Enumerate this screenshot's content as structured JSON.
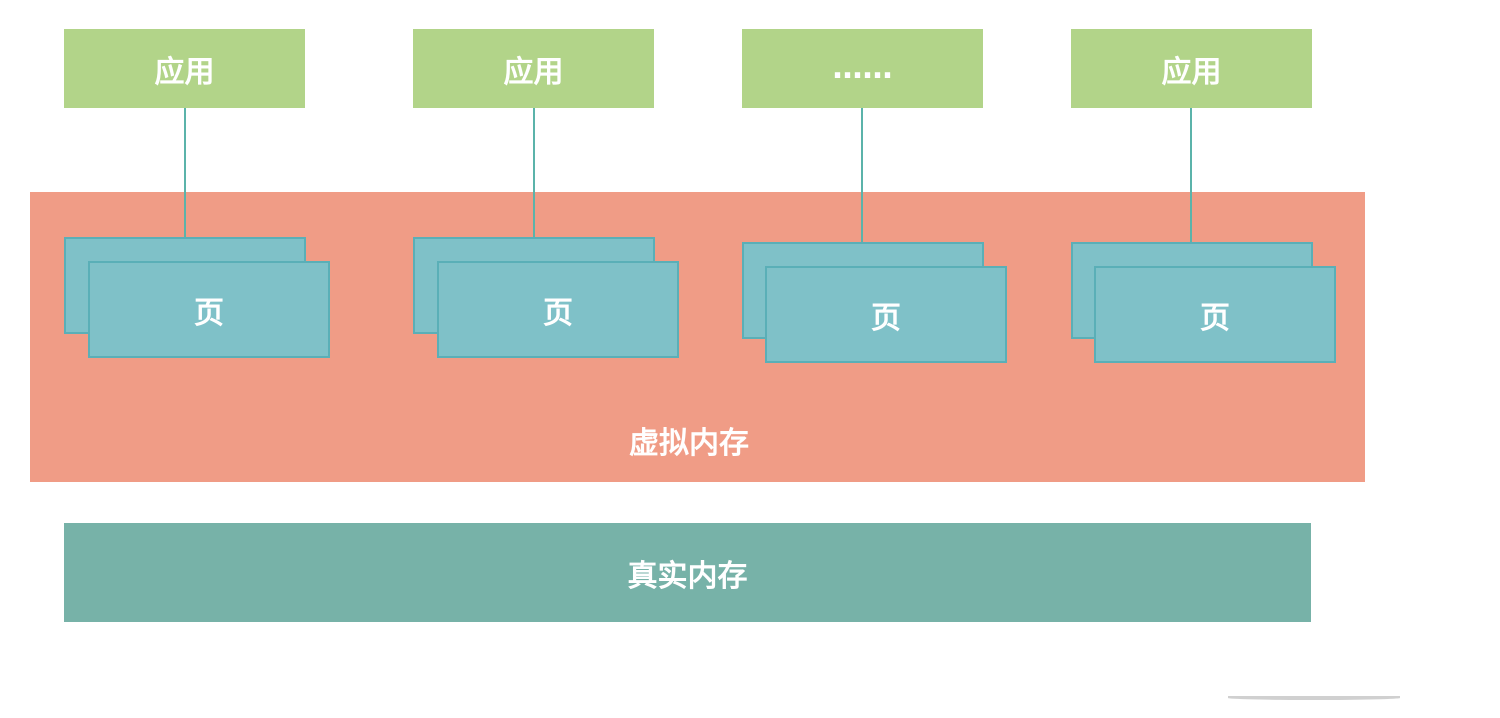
{
  "apps": [
    {
      "label": "应用"
    },
    {
      "label": "应用"
    },
    {
      "label": "……"
    },
    {
      "label": "应用"
    }
  ],
  "pages": [
    {
      "label": "页"
    },
    {
      "label": "页"
    },
    {
      "label": "页"
    },
    {
      "label": "页"
    }
  ],
  "virtual_memory": {
    "label": "虚拟内存"
  },
  "real_memory": {
    "label": "真实内存"
  },
  "colors": {
    "app": "#b2d489",
    "virtual_memory": "#f09c86",
    "page": "#7fc1c8",
    "real_memory": "#77b2a8"
  }
}
